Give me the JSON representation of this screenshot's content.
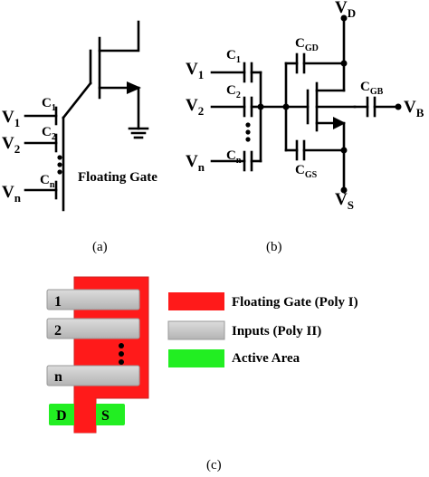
{
  "panel_a": {
    "inputs": [
      "V",
      "V",
      "V"
    ],
    "input_subs": [
      "1",
      "2",
      "n"
    ],
    "caps": [
      "C",
      "C",
      "C"
    ],
    "cap_subs": [
      "1",
      "2",
      "n"
    ],
    "gate_label": "Floating Gate",
    "caption": "(a)"
  },
  "panel_b": {
    "inputs": [
      "V",
      "V",
      "V"
    ],
    "input_subs": [
      "1",
      "2",
      "n"
    ],
    "caps": [
      "C",
      "C",
      "C"
    ],
    "cap_subs": [
      "1",
      "2",
      "n"
    ],
    "cgd": "C",
    "cgd_sub": "GD",
    "cgs": "C",
    "cgs_sub": "GS",
    "cgb": "C",
    "cgb_sub": "GB",
    "vd": "V",
    "vd_sub": "D",
    "vs": "V",
    "vs_sub": "S",
    "vb": "V",
    "vb_sub": "B",
    "caption": "(b)"
  },
  "panel_c": {
    "rows": [
      "1",
      "2",
      "n"
    ],
    "drain": "D",
    "source": "S",
    "legend": [
      {
        "label": "Floating Gate (Poly I)",
        "color": "#ff1a1a"
      },
      {
        "label": "Inputs (Poly II)",
        "color": "#c8c8c8"
      },
      {
        "label": "Active Area",
        "color": "#22ee22"
      }
    ],
    "caption": "(c)"
  }
}
